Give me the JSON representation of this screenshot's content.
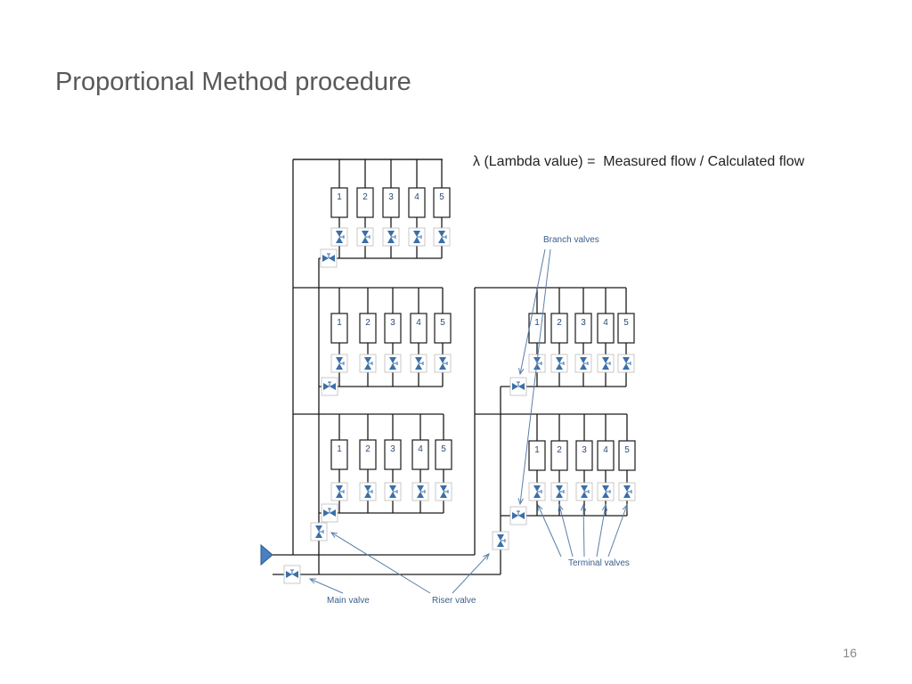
{
  "slide": {
    "title": "Proportional Method procedure",
    "formula": "λ (Lambda value) =  Measured flow / Calculated flow",
    "page_number": "16"
  },
  "diagram": {
    "callouts": {
      "branch_valves": "Branch valves",
      "terminal_valves": "Terminal valves",
      "main_valve": "Main valve",
      "riser_valve": "Riser valve"
    },
    "unit_labels": [
      "1",
      "2",
      "3",
      "4",
      "5"
    ],
    "colors": {
      "pipe": "#1a1a1a",
      "valve": "#3a6fa8",
      "callout": "#3a5f8a",
      "pump": "#4a7fc0"
    }
  }
}
